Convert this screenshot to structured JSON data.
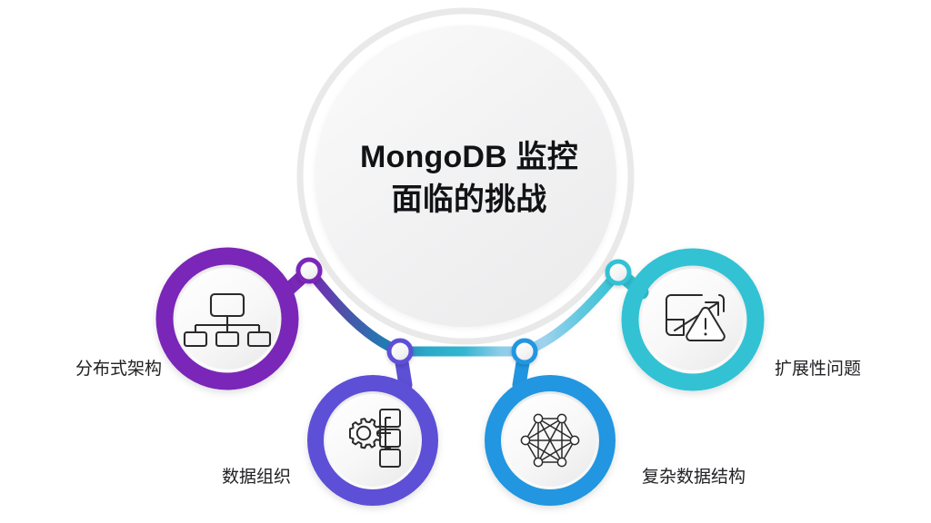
{
  "diagram": {
    "type": "radial-node-infographic",
    "background_color": "#ffffff",
    "hub": {
      "title_line1": "MongoDB 监控",
      "title_line2": "面临的挑战",
      "title_color": "#111315",
      "ring_color": "#e9e9ea",
      "fill_color": "#f1f1f2"
    },
    "nodes": [
      {
        "id": "node-1",
        "label": "分布式架构",
        "color": "#7a28b8",
        "icon": "hierarchy-icon",
        "label_side": "left"
      },
      {
        "id": "node-2",
        "label": "数据组织",
        "color": "#5d4fd6",
        "icon": "gear-boxes-icon",
        "label_side": "left"
      },
      {
        "id": "node-3",
        "label": "复杂数据结构",
        "color": "#2196e0",
        "icon": "network-graph-icon",
        "label_side": "right"
      },
      {
        "id": "node-4",
        "label": "扩展性问题",
        "color": "#31c2d4",
        "icon": "scale-warning-icon",
        "label_side": "right"
      }
    ],
    "connector": {
      "gradient_stops": [
        "#7a28b8",
        "#1d7fb5",
        "#33b6d0",
        "#9ed2ee",
        "#31c2d4"
      ]
    }
  }
}
